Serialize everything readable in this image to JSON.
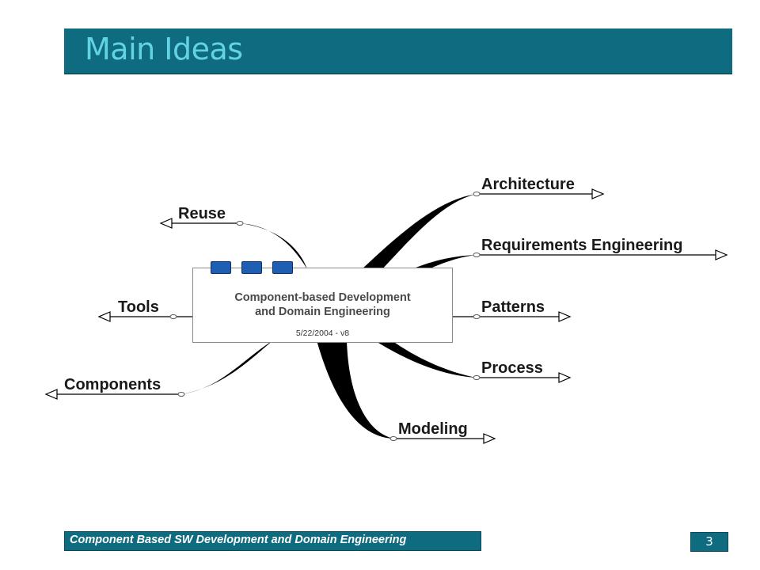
{
  "slide": {
    "title": "Main Ideas",
    "footer": "Component Based SW Development and Domain Engineering",
    "page_number": "3"
  },
  "mindmap": {
    "central": {
      "title_line1": "Component-based Development",
      "title_line2": "and Domain Engineering",
      "date": "5/22/2004 - v8"
    },
    "branches": [
      {
        "key": "architecture",
        "label": "Architecture"
      },
      {
        "key": "requirements",
        "label": "Requirements Engineering"
      },
      {
        "key": "patterns",
        "label": "Patterns"
      },
      {
        "key": "process",
        "label": "Process"
      },
      {
        "key": "modeling",
        "label": "Modeling"
      },
      {
        "key": "reuse",
        "label": "Reuse"
      },
      {
        "key": "tools",
        "label": "Tools"
      },
      {
        "key": "components",
        "label": "Components"
      }
    ]
  },
  "colors": {
    "header_bg": "#0f6b80",
    "title_text": "#62d3e3",
    "tab_blue": "#1e5fb4",
    "branch_black": "#000000"
  }
}
